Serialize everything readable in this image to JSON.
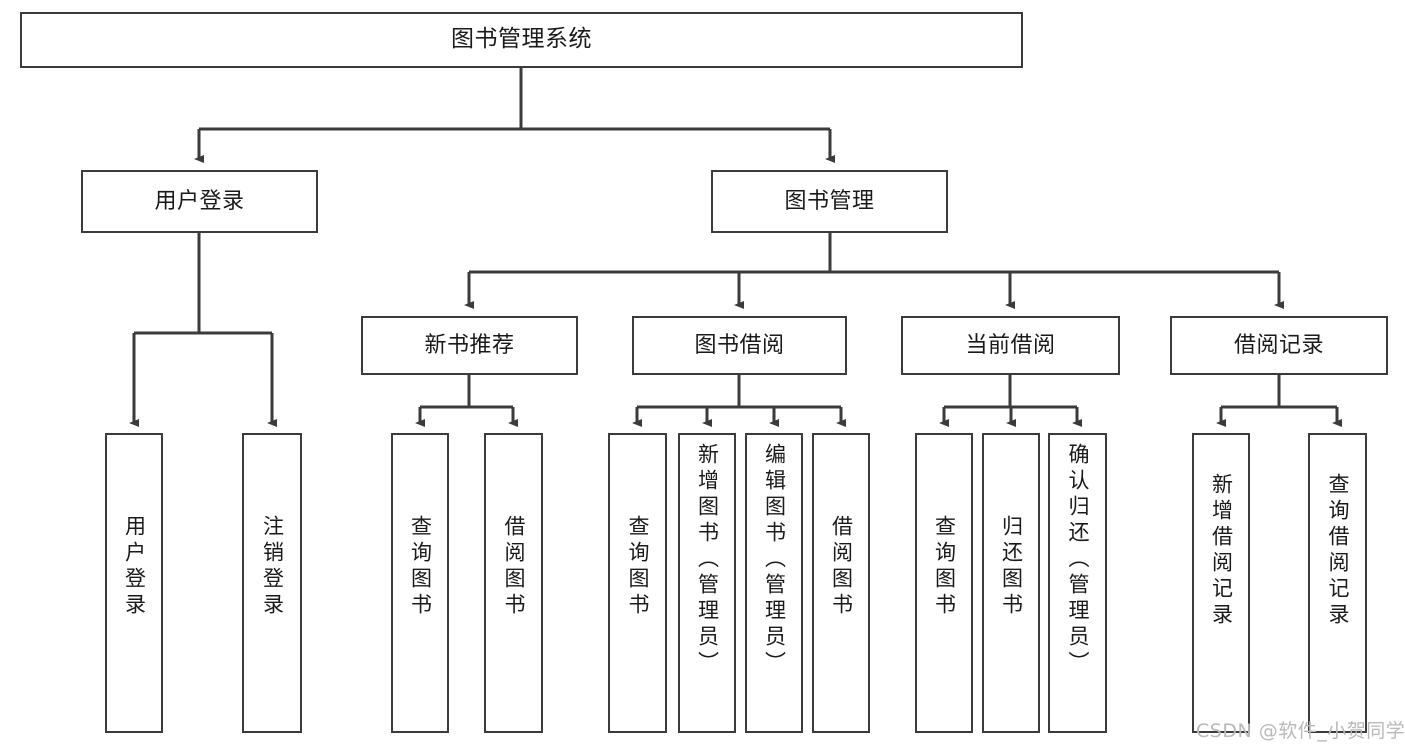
{
  "diagram": {
    "title": "图书管理系统",
    "root": {
      "label": "图书管理系统"
    },
    "level2": [
      {
        "label": "用户登录"
      },
      {
        "label": "图书管理"
      }
    ],
    "level3": [
      {
        "label": "新书推荐"
      },
      {
        "label": "图书借阅"
      },
      {
        "label": "当前借阅"
      },
      {
        "label": "借阅记录"
      }
    ],
    "leaves": {
      "user_login": [
        {
          "label": "用户登录"
        },
        {
          "label": "注销登录"
        }
      ],
      "new_book_recommend": [
        {
          "label": "查询图书"
        },
        {
          "label": "借阅图书"
        }
      ],
      "book_borrow": [
        {
          "label": "查询图书"
        },
        {
          "label": "新增图书（管理员）"
        },
        {
          "label": "编辑图书（管理员）"
        },
        {
          "label": "借阅图书"
        }
      ],
      "current_borrow": [
        {
          "label": "查询图书"
        },
        {
          "label": "归还图书"
        },
        {
          "label": "确认归还（管理员）"
        }
      ],
      "borrow_record": [
        {
          "label": "新增借阅记录"
        },
        {
          "label": "查询借阅记录"
        }
      ]
    }
  },
  "watermark": {
    "text": "CSDN @软件_小贺同学"
  },
  "colors": {
    "box_border": "#3b3b3b",
    "box_fill": "#ffffff",
    "connector": "#3b3b3b",
    "text": "#1a1a1a",
    "watermark": "#b9b9b9",
    "background": "#ffffff"
  }
}
